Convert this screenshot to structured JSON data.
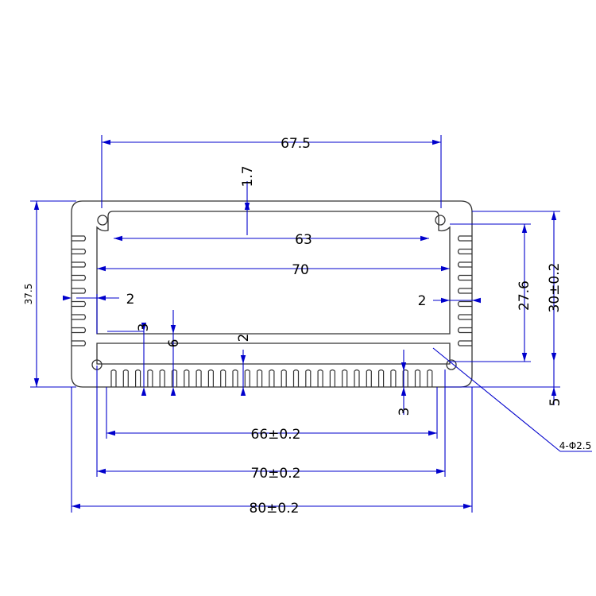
{
  "colors": {
    "background": "#ffffff",
    "outline": "#333333",
    "dimension": "#0000cc",
    "text": "#000000"
  },
  "dimensions": {
    "top_hole_span": "67.5",
    "top_wall_thickness": "1.7",
    "inner_top_width": "63",
    "inner_width": "70",
    "side_wall_left": "2",
    "side_wall_right": "2",
    "fin_base_3": "3",
    "fin_height_6": "6",
    "bottom_wall": "2",
    "fin_depth_bottom": "3",
    "inner_height": "27.6",
    "outer_height_inner": "30±0.2",
    "total_height": "37.5",
    "bottom_offset": "5",
    "fin_span": "66±0.2",
    "inner_span": "70±0.2",
    "overall_width": "80±0.2",
    "holes_callout": "4-Φ2.5"
  }
}
